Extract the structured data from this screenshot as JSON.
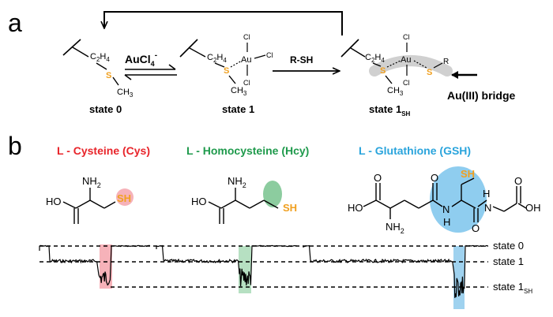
{
  "panel_a": {
    "label": "a",
    "reagent_1": "AuCl",
    "reagent_1_sub": "4",
    "reagent_1_sup": "-",
    "reagent_2": "R-SH",
    "chain": "C",
    "chain_sub1": "2",
    "chain_h": "H",
    "chain_sub2": "4",
    "sulfur": "S",
    "methyl": "CH",
    "methyl_sub": "3",
    "gold": "Au",
    "chloride": "Cl",
    "r_group": "R",
    "state0": "state 0",
    "state1": "state 1",
    "state1sh": "state 1",
    "state1sh_sub": "SH",
    "bridge_label": "Au(III) bridge"
  },
  "panel_b": {
    "label": "b",
    "molecules": [
      {
        "name": "L - Cysteine (Cys)",
        "color": "#e8242a",
        "highlight": "#f2a3b5"
      },
      {
        "name": "L - Homocysteine (Hcy)",
        "color": "#1f9a4c",
        "highlight": "#8ccc9f"
      },
      {
        "name": "L - Glutathione (GSH)",
        "color": "#2aa4dc",
        "highlight": "#8fcdef"
      }
    ],
    "atoms": {
      "sh": "SH",
      "ho": "HO",
      "oh": "OH",
      "o": "O",
      "nh2": "NH",
      "nh2_sub": "2",
      "n": "N",
      "h": "H"
    },
    "trace_states": {
      "s0": "state 0",
      "s1": "state 1",
      "s1sh": "state 1",
      "s1sh_sub": "SH"
    }
  },
  "colors": {
    "sulfur": "#f0a020",
    "bridge": "#d0d0d0"
  }
}
